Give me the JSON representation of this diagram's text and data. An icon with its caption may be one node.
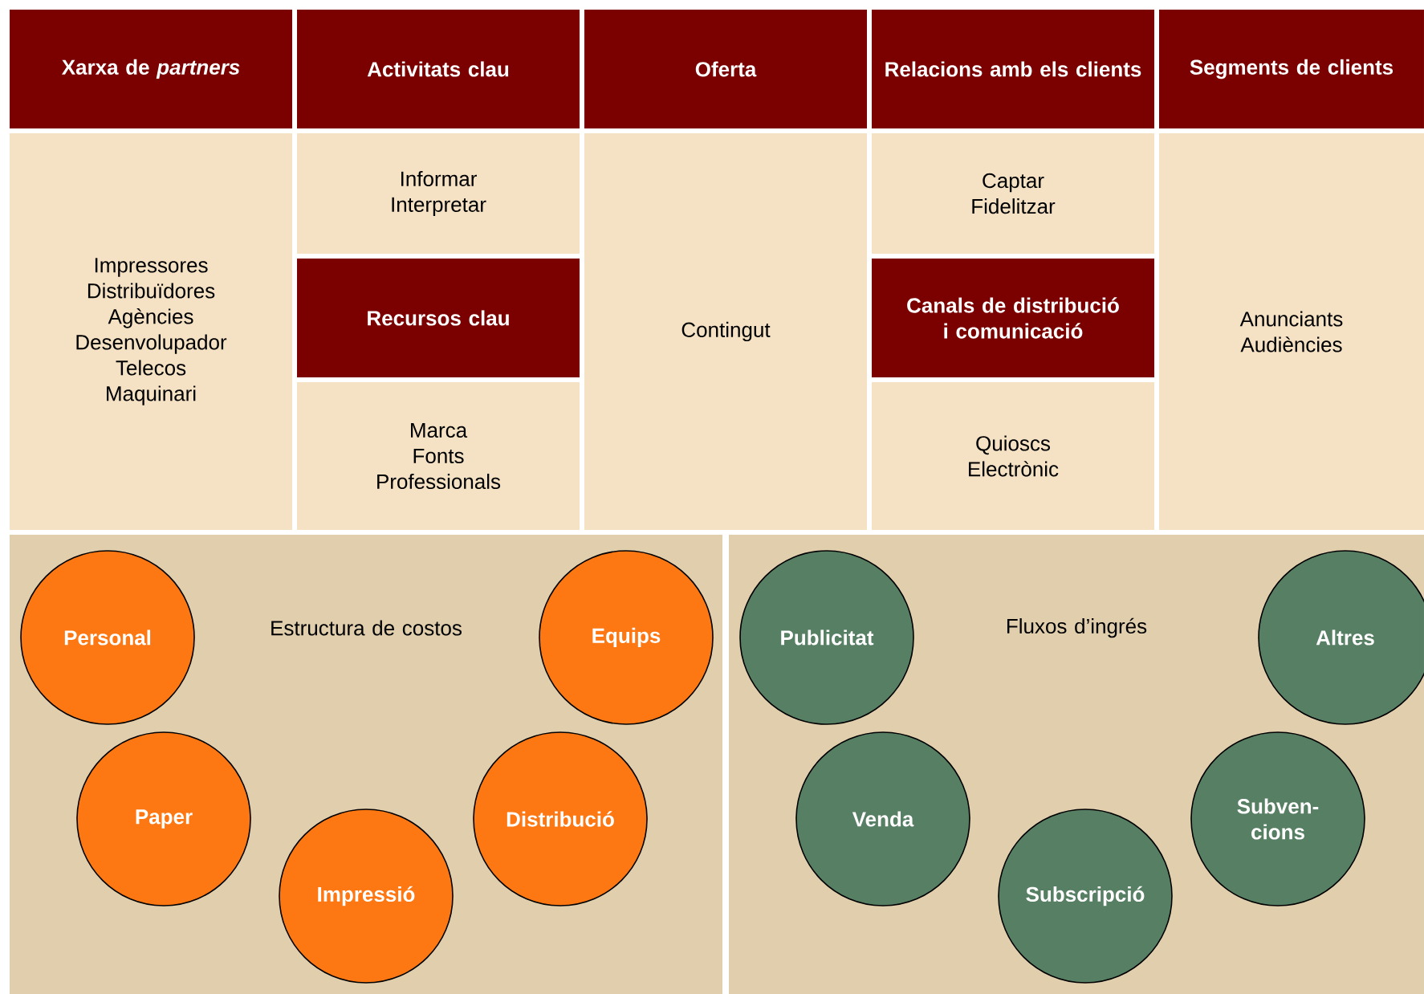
{
  "diagram": {
    "nodes": [
      {
        "text": [
          "Xarxa de *partners*"
        ]
      },
      {
        "text": [
          "Activitats clau"
        ]
      },
      {
        "text": [
          "Oferta"
        ]
      },
      {
        "text": [
          "Relacions amb els clients"
        ]
      },
      {
        "text": [
          "Segments de clients"
        ]
      },
      {
        "text": [
          "Impressores",
          "Distribuïdores",
          "Agències",
          "Desenvolupador",
          "Telecos",
          "Maquinari"
        ]
      },
      {
        "text": [
          "Informar",
          "Interpretar"
        ]
      },
      {
        "text": [
          "Recursos clau"
        ]
      },
      {
        "text": [
          "Marca",
          "Fonts",
          "Professionals"
        ]
      },
      {
        "text": [
          "Contingut"
        ]
      },
      {
        "text": [
          "Captar",
          "Fidelitzar"
        ]
      },
      {
        "text": [
          "Canals de distribució i comunicació"
        ]
      },
      {
        "text": [
          "Quioscs",
          "Electrònic"
        ]
      },
      {
        "text": [
          "Anunciants",
          "Audiències"
        ]
      },
      {
        "text": [
          "Estructura de costos"
        ]
      },
      {
        "text": [
          "Personal"
        ],
        "in": 14
      },
      {
        "text": [
          "Equips"
        ],
        "in": 14
      },
      {
        "text": [
          "Paper"
        ],
        "in": 14
      },
      {
        "text": [
          "Distribució"
        ],
        "in": 14
      },
      {
        "text": [
          "Impressió"
        ],
        "in": 14
      },
      {
        "text": [
          "Fluxos d’ingrés"
        ]
      },
      {
        "text": [
          "Publicitat"
        ],
        "in": 20
      },
      {
        "text": [
          "Altres"
        ],
        "in": 20
      },
      {
        "text": [
          "Venda"
        ],
        "in": 20
      },
      {
        "text": [
          "Subven- cions"
        ],
        "in": 20
      },
      {
        "text": [
          "Subscripció"
        ],
        "in": 20
      }
    ]
  }
}
